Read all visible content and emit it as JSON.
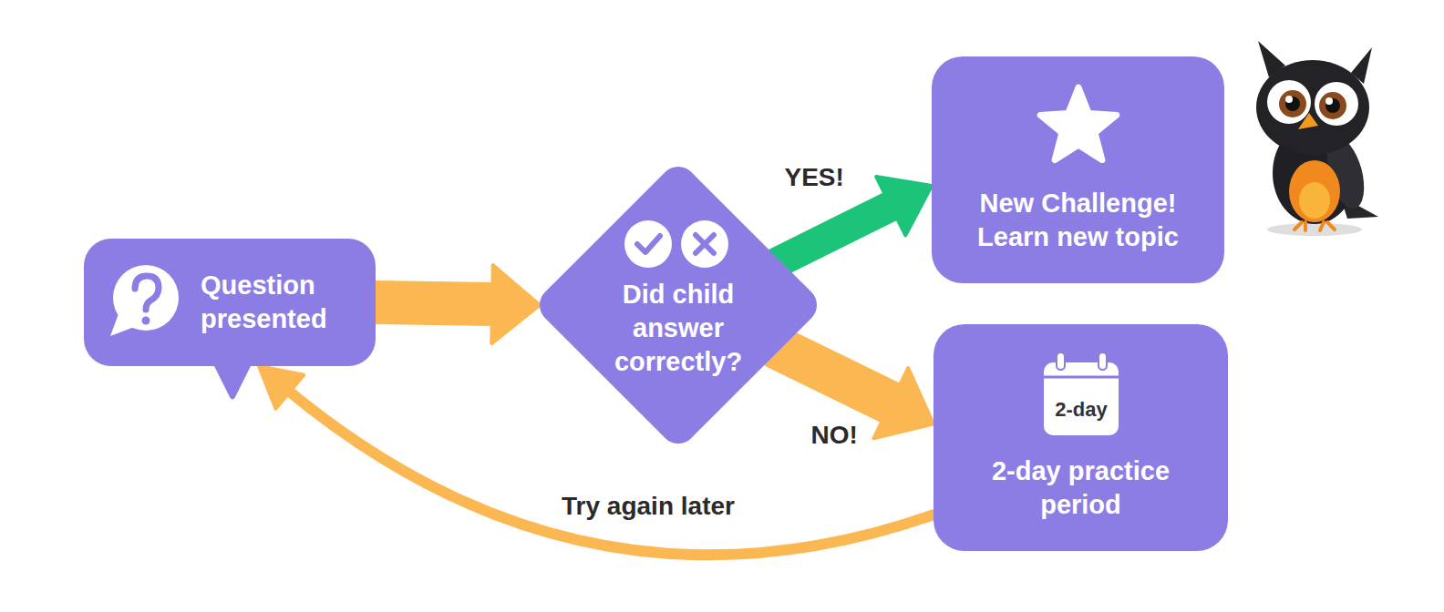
{
  "diagram": {
    "nodes": [
      {
        "text": [
          "Question presented"
        ]
      },
      {
        "text": [
          "Did child answer correctly?"
        ]
      },
      {
        "text": [
          "New Challenge! Learn new topic"
        ]
      },
      {
        "text": [
          "2-day practice period"
        ]
      },
      {
        "text": [
          "2-day"
        ],
        "in": 3
      }
    ],
    "edges": [
      {
        "from": 0,
        "to": 1,
        "arrow": "to"
      },
      {
        "from": 1,
        "to": 2,
        "label": "YES!",
        "arrow": "to"
      },
      {
        "from": 1,
        "to": 3,
        "label": "NO!",
        "arrow": "to"
      },
      {
        "from": 3,
        "to": 0,
        "label": "Try again later",
        "arrow": "to"
      }
    ]
  }
}
